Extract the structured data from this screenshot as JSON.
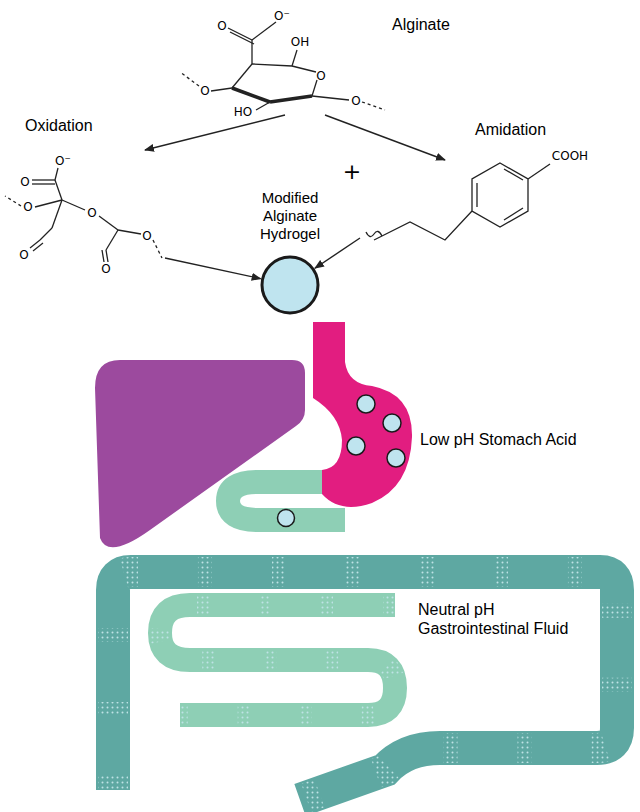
{
  "diagram": {
    "nodes": [
      {
        "text": [
          "Alginate"
        ]
      },
      {
        "text": [
          "Oxidation"
        ]
      },
      {
        "text": [
          "Amidation"
        ]
      },
      {
        "text": [
          "Modified Alginate Hydrogel"
        ]
      }
    ],
    "edges": [
      {
        "from": 0,
        "to": 1,
        "arrow": "to"
      },
      {
        "from": 0,
        "to": 2,
        "arrow": "to"
      },
      {
        "from": 1,
        "to": 3,
        "arrow": "to"
      },
      {
        "from": 2,
        "to": 3,
        "arrow": "to"
      }
    ],
    "labels": [
      "O⁻",
      "O",
      "OH",
      "HO",
      "O",
      "O",
      "O",
      "O⁻",
      "O",
      "O",
      "O",
      "O",
      "O",
      "O",
      "+",
      "COOH",
      "Low pH Stomach Acid",
      "Neutral pH Gastrointestinal Fluid"
    ]
  }
}
